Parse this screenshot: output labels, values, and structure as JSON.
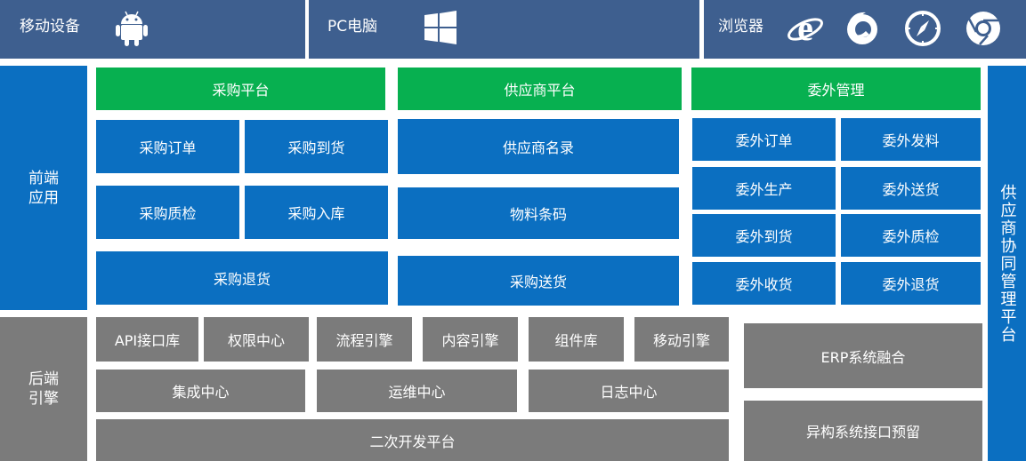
{
  "header": {
    "mobile_label": "移动设备",
    "pc_label": "PC电脑",
    "browser_label": "浏览器",
    "icons": [
      "android-icon",
      "windows-icon",
      "ie-icon",
      "firefox-icon",
      "safari-icon",
      "chrome-icon"
    ]
  },
  "front": {
    "label_line1": "前端",
    "label_line2": "应用",
    "purchase": {
      "title": "采购平台",
      "items": [
        "采购订单",
        "采购到货",
        "采购质检",
        "采购入库",
        "采购退货"
      ]
    },
    "supplier": {
      "title": "供应商平台",
      "items": [
        "供应商名录",
        "物料条码",
        "采购送货"
      ]
    },
    "outsource": {
      "title": "委外管理",
      "items": [
        "委外订单",
        "委外发料",
        "委外生产",
        "委外送货",
        "委外到货",
        "委外质检",
        "委外收货",
        "委外退货"
      ]
    }
  },
  "back": {
    "label_line1": "后端",
    "label_line2": "引擎",
    "row1": [
      "API接口库",
      "权限中心",
      "流程引擎",
      "内容引擎",
      "组件库",
      "移动引擎"
    ],
    "row2": [
      "集成中心",
      "运维中心",
      "日志中心"
    ],
    "row3": "二次开发平台",
    "erp": "ERP系统融合",
    "hetero": "异构系统接口预留"
  },
  "right_bar": "供应商协同管理平台",
  "colors": {
    "navy": "#3e5f8f",
    "blue": "#0b6fc1",
    "green": "#07b050",
    "gray": "#7b7b7b"
  }
}
